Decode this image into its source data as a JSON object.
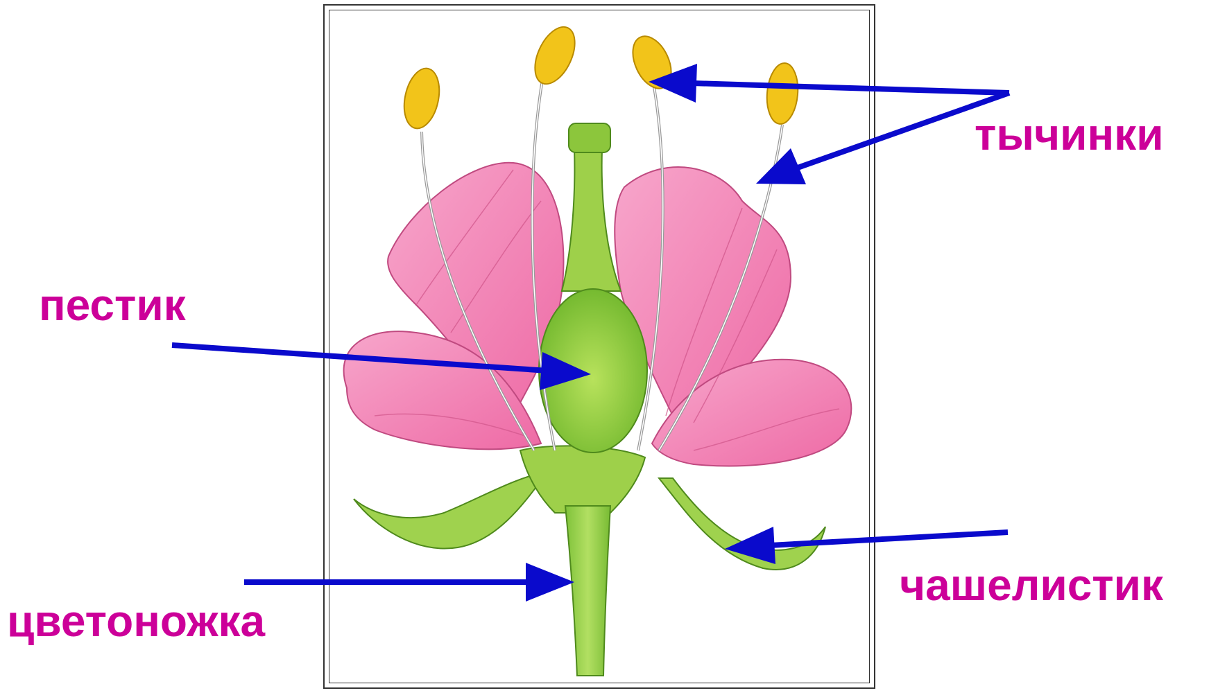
{
  "labels": {
    "stamens": "тычинки",
    "pistil": "пестик",
    "sepal": "чашелистик",
    "pedicel": "цветоножка"
  },
  "colors": {
    "label": "#cc0099",
    "arrow": "#0a0acc",
    "petal": "#f07cb0",
    "green": "#8ccc3c",
    "anther": "#f2c41a"
  }
}
